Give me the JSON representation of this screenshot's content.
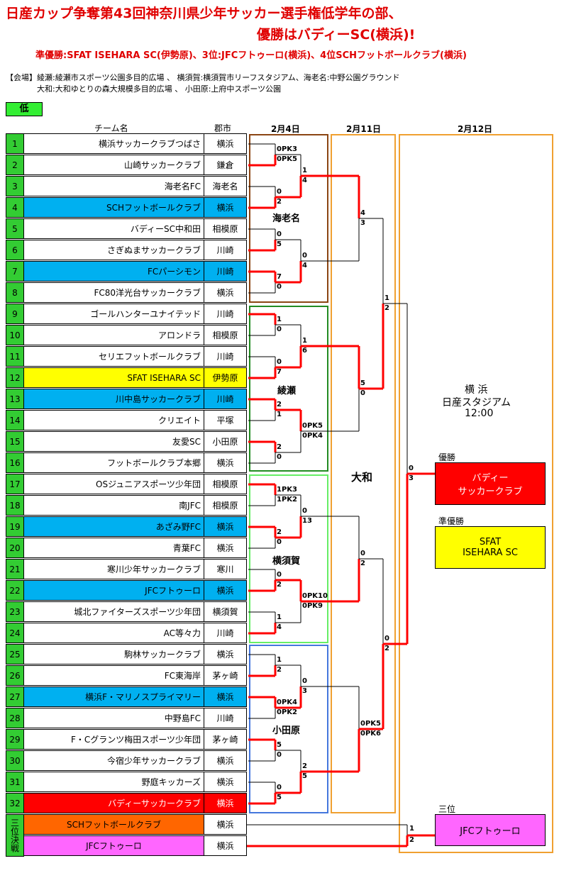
{
  "title": {
    "line1": "日産カップ争奪第43回神奈川県少年サッカー選手権低学年の部、",
    "line2": "優勝はバディーSC(横浜)!",
    "line3": "準優勝:SFAT ISEHARA SC(伊勢原)、3位:JFCフトゥーロ(横浜)、4位SCHフットボールクラブ(横浜)"
  },
  "venues": {
    "line1": "【会場】綾瀬:綾瀬市スポーツ公園多目的広場 、 横須賀:横須賀市リーフスタジアム、海老名:中野公園グラウンド",
    "line2": "大和:大和ゆとりの森大規模多目的広場 、 小田原:上府中スポーツ公園"
  },
  "category_label": "低",
  "headers": {
    "team": "チーム名",
    "city": "郡市",
    "day1": "2月4日",
    "day2": "2月11日",
    "day3": "2月12日"
  },
  "teams": [
    {
      "num": "1",
      "name": "横浜サッカークラブつばさ",
      "city": "横浜",
      "hl": ""
    },
    {
      "num": "2",
      "name": "山崎サッカークラブ",
      "city": "鎌倉",
      "hl": ""
    },
    {
      "num": "3",
      "name": "海老名FC",
      "city": "海老名",
      "hl": ""
    },
    {
      "num": "4",
      "name": "SCHフットボールクラブ",
      "city": "横浜",
      "hl": "blue"
    },
    {
      "num": "5",
      "name": "バディーSC中和田",
      "city": "相模原",
      "hl": ""
    },
    {
      "num": "6",
      "name": "さぎぬまサッカークラブ",
      "city": "川崎",
      "hl": ""
    },
    {
      "num": "7",
      "name": "FCパーシモン",
      "city": "川崎",
      "hl": "blue"
    },
    {
      "num": "8",
      "name": "FC80洋光台サッカークラブ",
      "city": "横浜",
      "hl": ""
    },
    {
      "num": "9",
      "name": "ゴールハンターユナイテッド",
      "city": "川崎",
      "hl": ""
    },
    {
      "num": "10",
      "name": "アロンドラ",
      "city": "相模原",
      "hl": ""
    },
    {
      "num": "11",
      "name": "セリエフットボールクラブ",
      "city": "川崎",
      "hl": ""
    },
    {
      "num": "12",
      "name": "SFAT ISEHARA SC",
      "city": "伊勢原",
      "hl": "yellow"
    },
    {
      "num": "13",
      "name": "川中島サッカークラブ",
      "city": "川崎",
      "hl": "blue"
    },
    {
      "num": "14",
      "name": "クリエイト",
      "city": "平塚",
      "hl": ""
    },
    {
      "num": "15",
      "name": "友愛SC",
      "city": "小田原",
      "hl": ""
    },
    {
      "num": "16",
      "name": "フットボールクラブ本郷",
      "city": "横浜",
      "hl": ""
    },
    {
      "num": "17",
      "name": "OSジュニアスポーツ少年団",
      "city": "相模原",
      "hl": ""
    },
    {
      "num": "18",
      "name": "南JFC",
      "city": "相模原",
      "hl": ""
    },
    {
      "num": "19",
      "name": "あざみ野FC",
      "city": "横浜",
      "hl": "blue"
    },
    {
      "num": "20",
      "name": "青葉FC",
      "city": "横浜",
      "hl": ""
    },
    {
      "num": "21",
      "name": "寒川少年サッカークラブ",
      "city": "寒川",
      "hl": ""
    },
    {
      "num": "22",
      "name": "JFCフトゥーロ",
      "city": "横浜",
      "hl": "blue"
    },
    {
      "num": "23",
      "name": "城北ファイターズスポーツ少年団",
      "city": "横須賀",
      "hl": ""
    },
    {
      "num": "24",
      "name": "AC等々力",
      "city": "川崎",
      "hl": ""
    },
    {
      "num": "25",
      "name": "駒林サッカークラブ",
      "city": "横浜",
      "hl": ""
    },
    {
      "num": "26",
      "name": "FC東海岸",
      "city": "茅ヶ崎",
      "hl": ""
    },
    {
      "num": "27",
      "name": "横浜F・マリノスプライマリー",
      "city": "横浜",
      "hl": "blue"
    },
    {
      "num": "28",
      "name": "中野島FC",
      "city": "川崎",
      "hl": ""
    },
    {
      "num": "29",
      "name": "F・Cグランツ梅田スポーツ少年団",
      "city": "茅ヶ崎",
      "hl": ""
    },
    {
      "num": "30",
      "name": "今宿少年サッカークラブ",
      "city": "横浜",
      "hl": ""
    },
    {
      "num": "31",
      "name": "野庭キッカーズ",
      "city": "横浜",
      "hl": ""
    },
    {
      "num": "32",
      "name": "バディーサッカークラブ",
      "city": "横浜",
      "hl": "red"
    }
  ],
  "third_place": {
    "label": "三位決戦",
    "teams": [
      {
        "name": "SCHフットボールクラブ",
        "city": "横浜",
        "hl": "orange"
      },
      {
        "name": "JFCフトゥーロ",
        "city": "横浜",
        "hl": "pink"
      }
    ],
    "scores": [
      "1",
      "2"
    ]
  },
  "venue_names": {
    "ebina": "海老名",
    "ayase": "綾瀬",
    "yokosuka": "横須賀",
    "odawara": "小田原",
    "yamato": "大和",
    "final1": "横 浜",
    "final2": "日産スタジアム",
    "final3": "12:00"
  },
  "r1_scores": [
    [
      "0PK3",
      "0PK5"
    ],
    [
      "0",
      "2"
    ],
    [
      "0",
      "5"
    ],
    [
      "7",
      "0"
    ],
    [
      "1",
      "0"
    ],
    [
      "0",
      "7"
    ],
    [
      "2",
      "1"
    ],
    [
      "2",
      "0"
    ],
    [
      "1PK3",
      "1PK2"
    ],
    [
      "2",
      "0"
    ],
    [
      "0",
      "2"
    ],
    [
      "1",
      "4"
    ],
    [
      "1",
      "2"
    ],
    [
      "0PK4",
      "0PK2"
    ],
    [
      "5",
      "0"
    ],
    [
      "0",
      "5"
    ]
  ],
  "r2_scores": [
    [
      "1",
      "4"
    ],
    [
      "0",
      "4"
    ],
    [
      "1",
      "6"
    ],
    [
      "0PK5",
      "0PK4"
    ],
    [
      "0",
      "13"
    ],
    [
      "0PK10",
      "0PK9"
    ],
    [
      "0",
      "3"
    ],
    [
      "2",
      "5"
    ]
  ],
  "r3_scores": [
    [
      "4",
      "3"
    ],
    [
      "5",
      "0"
    ],
    [
      "0",
      "2"
    ],
    [
      "0PK5",
      "0PK6"
    ]
  ],
  "r4_scores": [
    [
      "1",
      "2"
    ],
    [
      "0",
      "2"
    ]
  ],
  "final_scores": [
    "0",
    "3"
  ],
  "results": {
    "winner_label": "優勝",
    "winner_line1": "バディー",
    "winner_line2": "サッカークラブ",
    "runner_label": "準優勝",
    "runner_line1": "SFAT",
    "runner_line2": "ISEHARA SC",
    "third_label": "三位",
    "third_name": "JFCフトゥーロ"
  },
  "colors": {
    "win_line": "#ff0000",
    "lose_line": "#000000",
    "team_number_bg": "#33cc33",
    "highlight_blue": "#00b0f0",
    "highlight_yellow": "#ffff00",
    "highlight_red": "#ff0000",
    "box_ebina": "#8b4513",
    "box_ayase": "#228b22",
    "box_yokosuka": "#66ee66",
    "box_odawara": "#4477dd",
    "box_round2": "#f0a030"
  }
}
